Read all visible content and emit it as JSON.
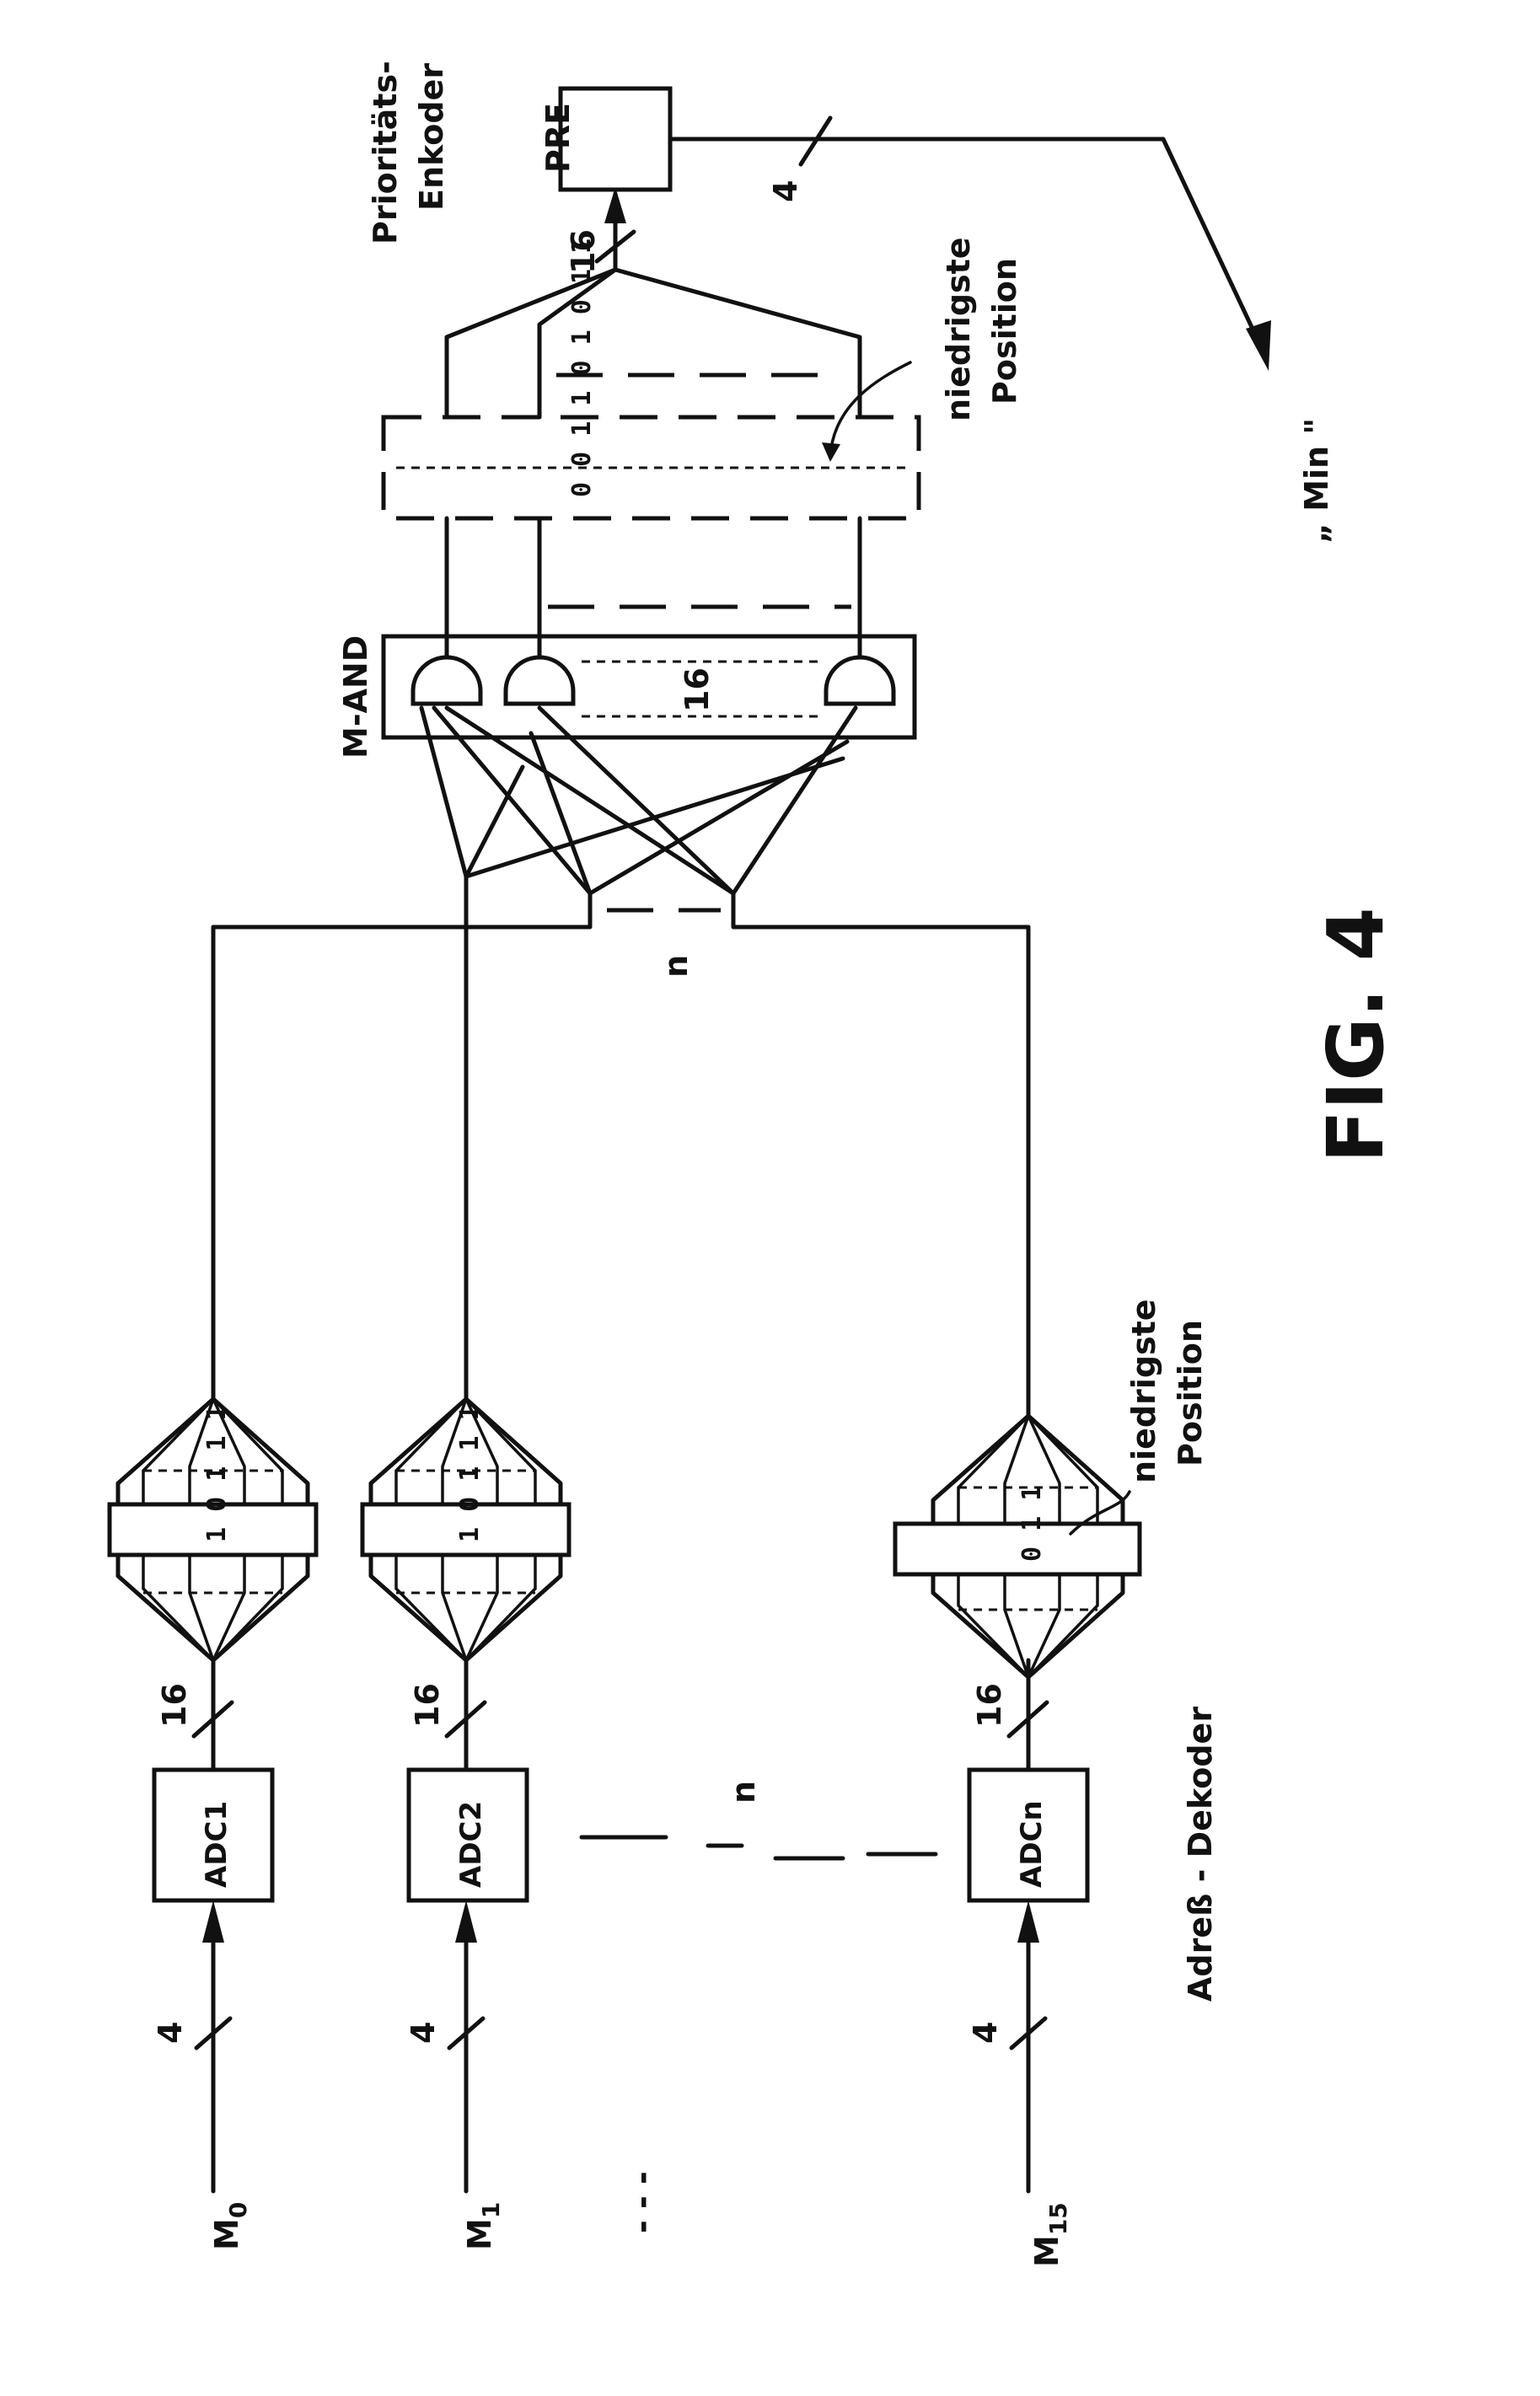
{
  "figure": {
    "title": "FIG. 4",
    "inputs": [
      {
        "label_main": "M",
        "label_sub": "0",
        "width": "4"
      },
      {
        "label_main": "M",
        "label_sub": "1",
        "width": "4"
      },
      {
        "label_main": "M",
        "label_sub": "15",
        "width": "4"
      }
    ],
    "input_gap": "- - -",
    "decoders": [
      {
        "label": "ADC1",
        "width": "16",
        "bits": "1 0 1 1 1"
      },
      {
        "label": "ADC2",
        "width": "16",
        "bits": "1 0 1 1 1"
      },
      {
        "label": "ADCn",
        "width": "16",
        "bits": "0 1 1"
      }
    ],
    "decoder_count": "n",
    "decoder_caption": "Adreß - Dekoder",
    "lowest_position_1": "niedrigste",
    "lowest_position_2": "Position",
    "bus_count": "n",
    "and_block": {
      "label": "M-AND",
      "count": "16"
    },
    "result_bits": "0 0 1 1 0 1 0 1 1",
    "encoder": {
      "label": "PRE",
      "caption_1": "Prioritäts-",
      "caption_2": "Enkoder",
      "in_width": "16",
      "out_width": "4"
    },
    "output_label": "„ Min \""
  }
}
